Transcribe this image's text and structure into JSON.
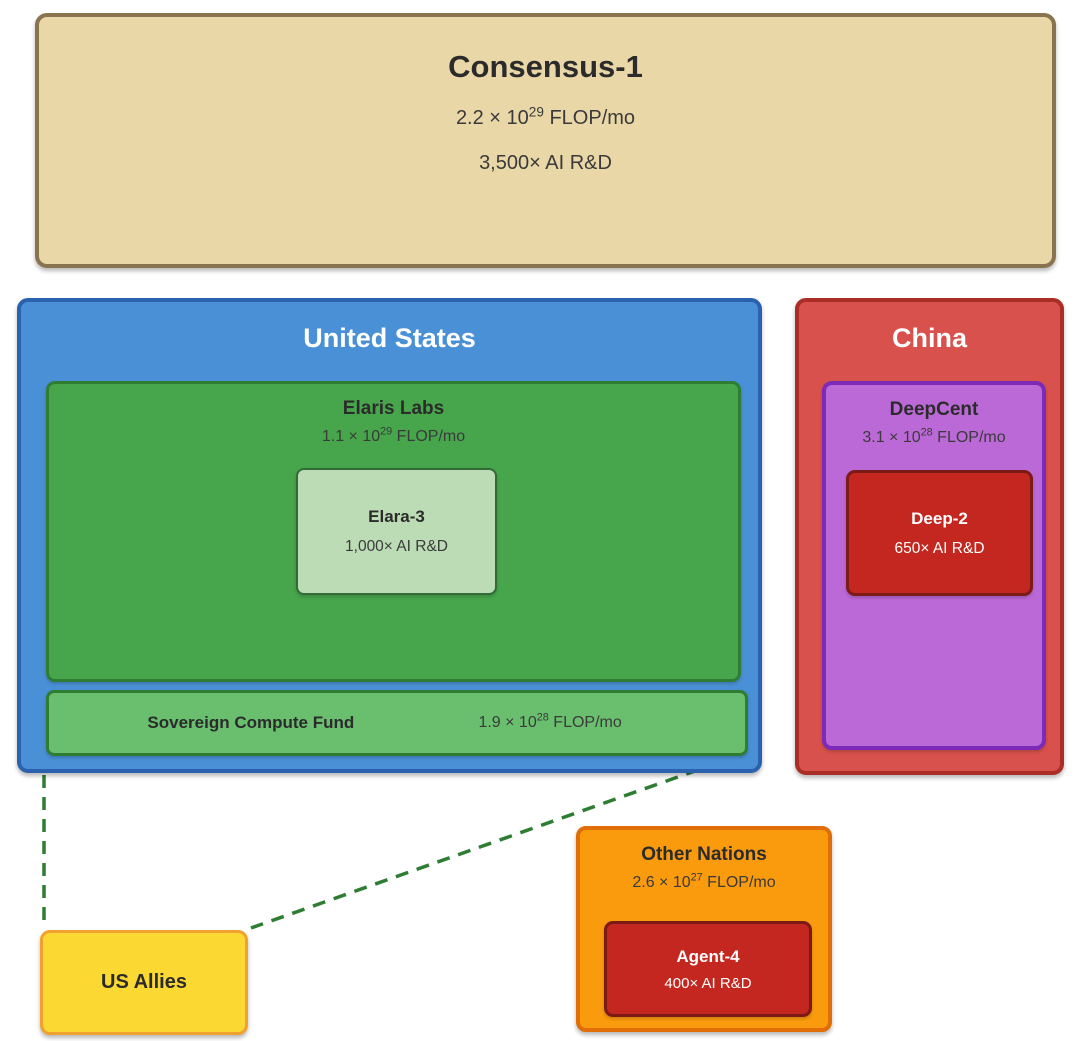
{
  "diagram": {
    "consensus": {
      "title": "Consensus-1",
      "flop_prefix": "2.2 × 10",
      "flop_exp": "29",
      "flop_suffix": " FLOP/mo",
      "rnd": "3,500× AI R&D"
    },
    "united_states": {
      "title": "United States",
      "elaris_labs": {
        "title": "Elaris Labs",
        "flop_prefix": "1.1 × 10",
        "flop_exp": "29",
        "flop_suffix": " FLOP/mo"
      },
      "elara_3": {
        "title": "Elara-3",
        "rnd": "1,000× AI R&D"
      },
      "sovereign_fund": {
        "title": "Sovereign Compute Fund",
        "flop_prefix": "1.9 × 10",
        "flop_exp": "28",
        "flop_suffix": " FLOP/mo"
      }
    },
    "china": {
      "title": "China",
      "deepcent": {
        "title": "DeepCent",
        "flop_prefix": "3.1 × 10",
        "flop_exp": "28",
        "flop_suffix": " FLOP/mo"
      },
      "deep_2": {
        "title": "Deep-2",
        "rnd": "650× AI R&D"
      }
    },
    "other_nations": {
      "title": "Other Nations",
      "flop_prefix": "2.6 × 10",
      "flop_exp": "27",
      "flop_suffix": " FLOP/mo",
      "agent_4": {
        "title": "Agent-4",
        "rnd": "400× AI R&D"
      }
    },
    "us_allies": {
      "title": "US Allies"
    }
  },
  "colors": {
    "background": "#ffffff",
    "consensus_fill": "#e9d7a7",
    "consensus_border": "#8a7450",
    "us_fill": "#4a90d6",
    "us_border": "#2a62ad",
    "green_fill": "#47a64b",
    "green_border": "#2e7d32",
    "elara_fill": "#bcdcb5",
    "elara_border": "#336b37",
    "sovereign_fill": "#6abf6e",
    "china_fill": "#d8514d",
    "china_border": "#aa2e25",
    "purple_fill": "#bb69d6",
    "purple_border": "#7d2ab8",
    "dark_red_fill": "#c4271f",
    "dark_red_border": "#7c1a15",
    "orange_fill": "#fa9b0e",
    "orange_border": "#e06d05",
    "yellow_fill": "#fcd932",
    "yellow_border": "#f0a231",
    "dashed_line": "#2e7d32",
    "text_dark": "#2b2b2b",
    "text_mid": "#3a3a3a",
    "text_light": "#ffffff"
  }
}
